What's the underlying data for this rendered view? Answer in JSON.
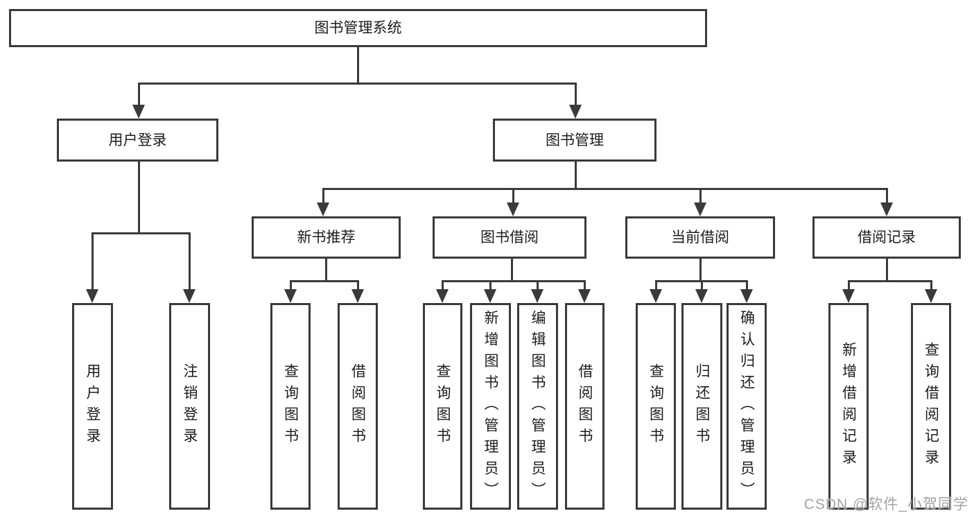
{
  "diagram": {
    "colors": {
      "line": "#3a3a3a",
      "box_border": "#3a3a3a",
      "text": "#1c1c1c",
      "watermark": "#a3a3a3",
      "background": "#ffffff"
    },
    "nodes": {
      "root": "图书管理系统",
      "userLogin": "用户登录",
      "bookManagement": "图书管理",
      "newBookRecommend": "新书推荐",
      "bookBorrow": "图书借阅",
      "currentBorrow": "当前借阅",
      "borrowRecords": "借阅记录",
      "leafUserLogin": "用户登录",
      "leafLogout": "注销登录",
      "leafQueryBooksRec": "查询图书",
      "leafBorrowBooksRec": "借阅图书",
      "leafQueryBooksBorrow": "查询图书",
      "leafAddBooksAdmin": "新增图书（管理员）",
      "leafEditBooksAdmin": "编辑图书（管理员）",
      "leafBorrowBooksBorrow": "借阅图书",
      "leafQueryBooksCurrent": "查询图书",
      "leafReturnBooks": "归还图书",
      "leafConfirmReturnAdmin": "确认归还（管理员）",
      "leafAddBorrowRecord": "新增借阅记录",
      "leafQueryBorrowRecord": "查询借阅记录"
    },
    "watermark": "CSDN @软件_小贺同学"
  }
}
